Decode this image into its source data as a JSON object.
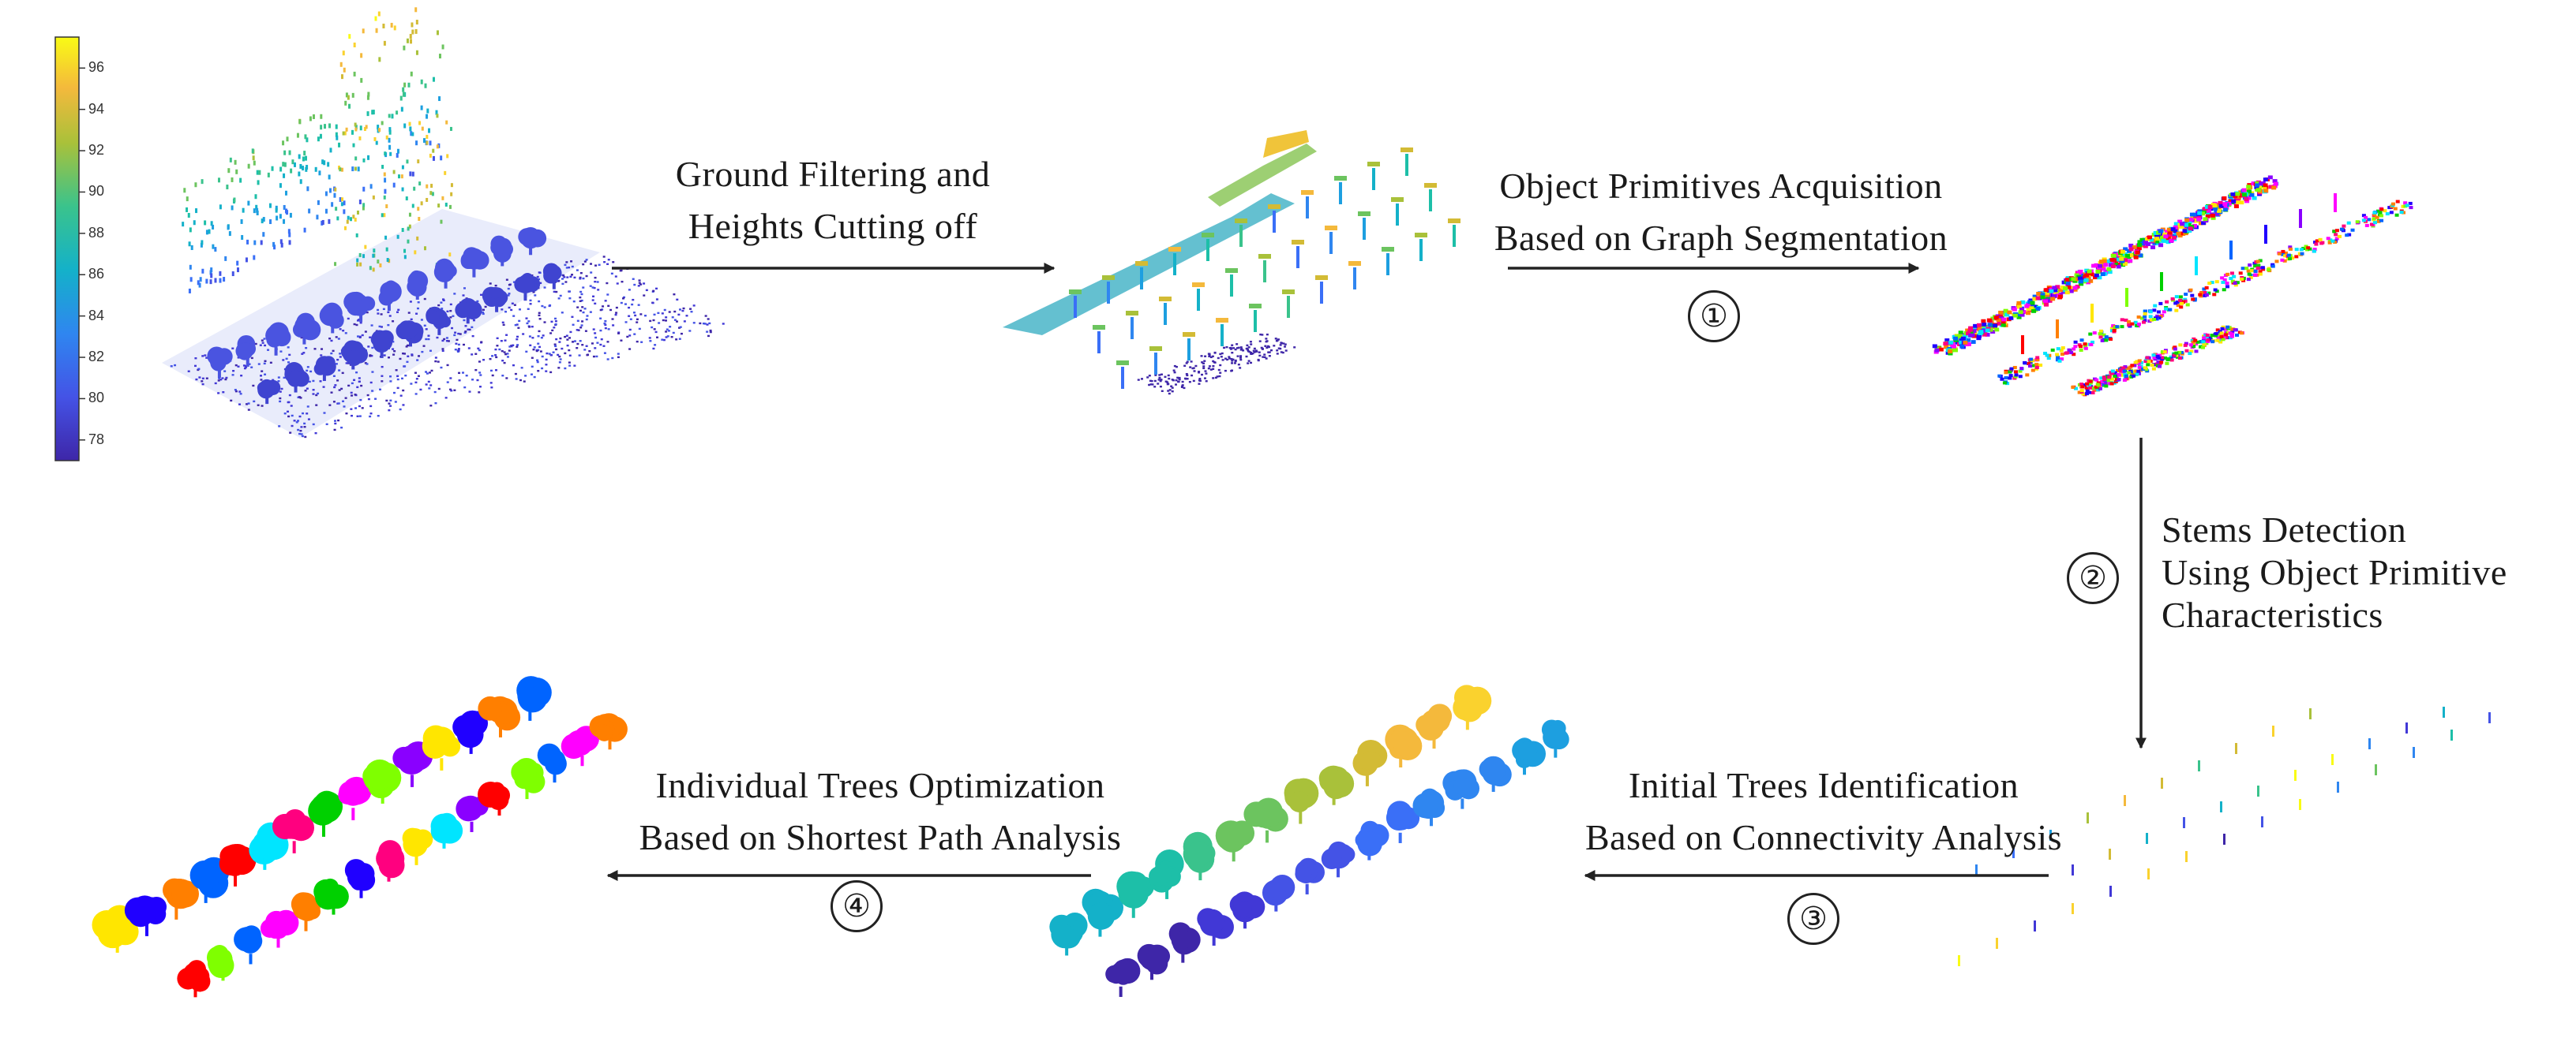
{
  "colorbar": {
    "ticks": [
      "96",
      "94",
      "92",
      "90",
      "88",
      "86",
      "84",
      "82",
      "80",
      "78"
    ],
    "min": 77,
    "max": 97.5
  },
  "steps": [
    {
      "id": "ground-filtering",
      "line1": "Ground Filtering and",
      "line2": "Heights Cutting off",
      "number": ""
    },
    {
      "id": "object-primitives",
      "line1": "Object Primitives Acquisition",
      "line2": "Based on Graph Segmentation",
      "number": "①"
    },
    {
      "id": "stems-detection",
      "line1": "Stems Detection",
      "line2": "Using Object Primitive",
      "line3": "Characteristics",
      "number": "②"
    },
    {
      "id": "initial-trees",
      "line1": "Initial  Trees Identification",
      "line2": "Based on Connectivity Analysis",
      "number": "③"
    },
    {
      "id": "individual-trees",
      "line1": "Individual  Trees  Optimization",
      "line2": "Based on Shortest Path Analysis",
      "number": "④"
    }
  ],
  "colors": {
    "arrow": "#222222",
    "parula_low": "#3e26a8",
    "parula_high": "#f9fb15"
  }
}
